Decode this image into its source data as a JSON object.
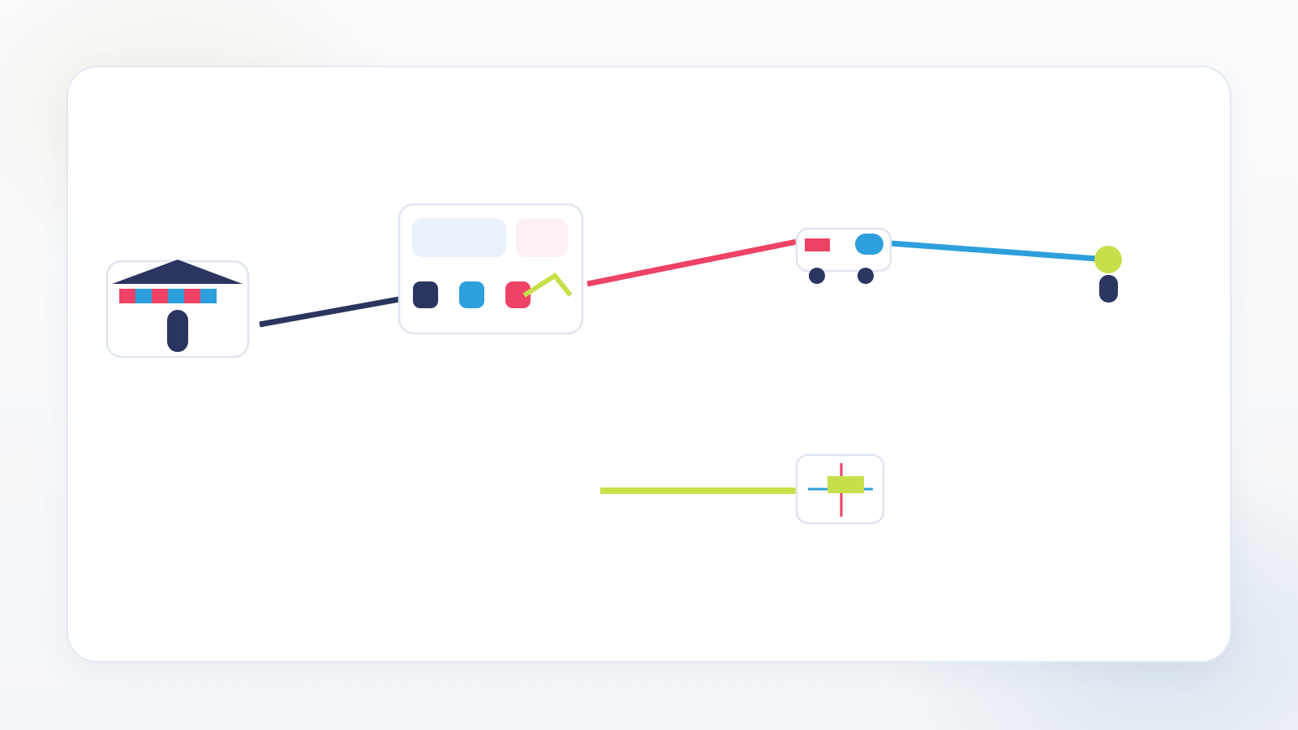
{
  "theme": {
    "navy": "#2b3560",
    "blue": "#2d9fdc",
    "pink": "#ee4266",
    "lime": "#c6e04a",
    "card_border": "#dfe5f0",
    "card_fill": "#ffffff",
    "light_blue_block": "#eaf1fb",
    "light_pink_block": "#fdf0f3"
  },
  "nodes": [
    {
      "id": "bank",
      "icon": "bank-building-icon"
    },
    {
      "id": "dashboard",
      "icon": "dashboard-panel-icon"
    },
    {
      "id": "vehicle",
      "icon": "vehicle-icon"
    },
    {
      "id": "person",
      "icon": "person-icon"
    },
    {
      "id": "crosshair",
      "icon": "crosshair-icon"
    }
  ],
  "connections": [
    {
      "from": "bank",
      "to": "dashboard",
      "color": "#2b3560"
    },
    {
      "from": "dashboard",
      "to": "vehicle",
      "color": "#ee4266"
    },
    {
      "from": "vehicle",
      "to": "person",
      "color": "#2d9fdc"
    },
    {
      "from": "crosshair",
      "to": "none",
      "color": "#c6e04a"
    }
  ]
}
